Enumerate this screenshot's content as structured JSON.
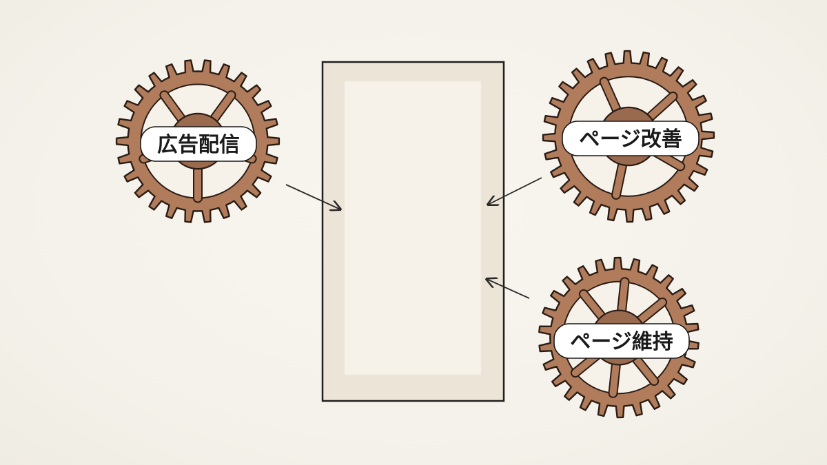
{
  "gears": [
    {
      "id": "ad-delivery",
      "label": "広告配信"
    },
    {
      "id": "page-improvement",
      "label": "ページ改善"
    },
    {
      "id": "page-maintenance",
      "label": "ページ維持"
    }
  ],
  "colors": {
    "gear_fill": "#b07c5c",
    "gear_stroke": "#2a1c14",
    "gear_hub": "#9a6a4e",
    "label_bg": "#ffffff",
    "panel_fill": "#ece4d6",
    "panel_inner": "#f6f2ea",
    "panel_stroke": "#1f1f1f",
    "arrow": "#2a2a2a"
  },
  "icons": [
    "gear-icon",
    "arrow-icon"
  ]
}
